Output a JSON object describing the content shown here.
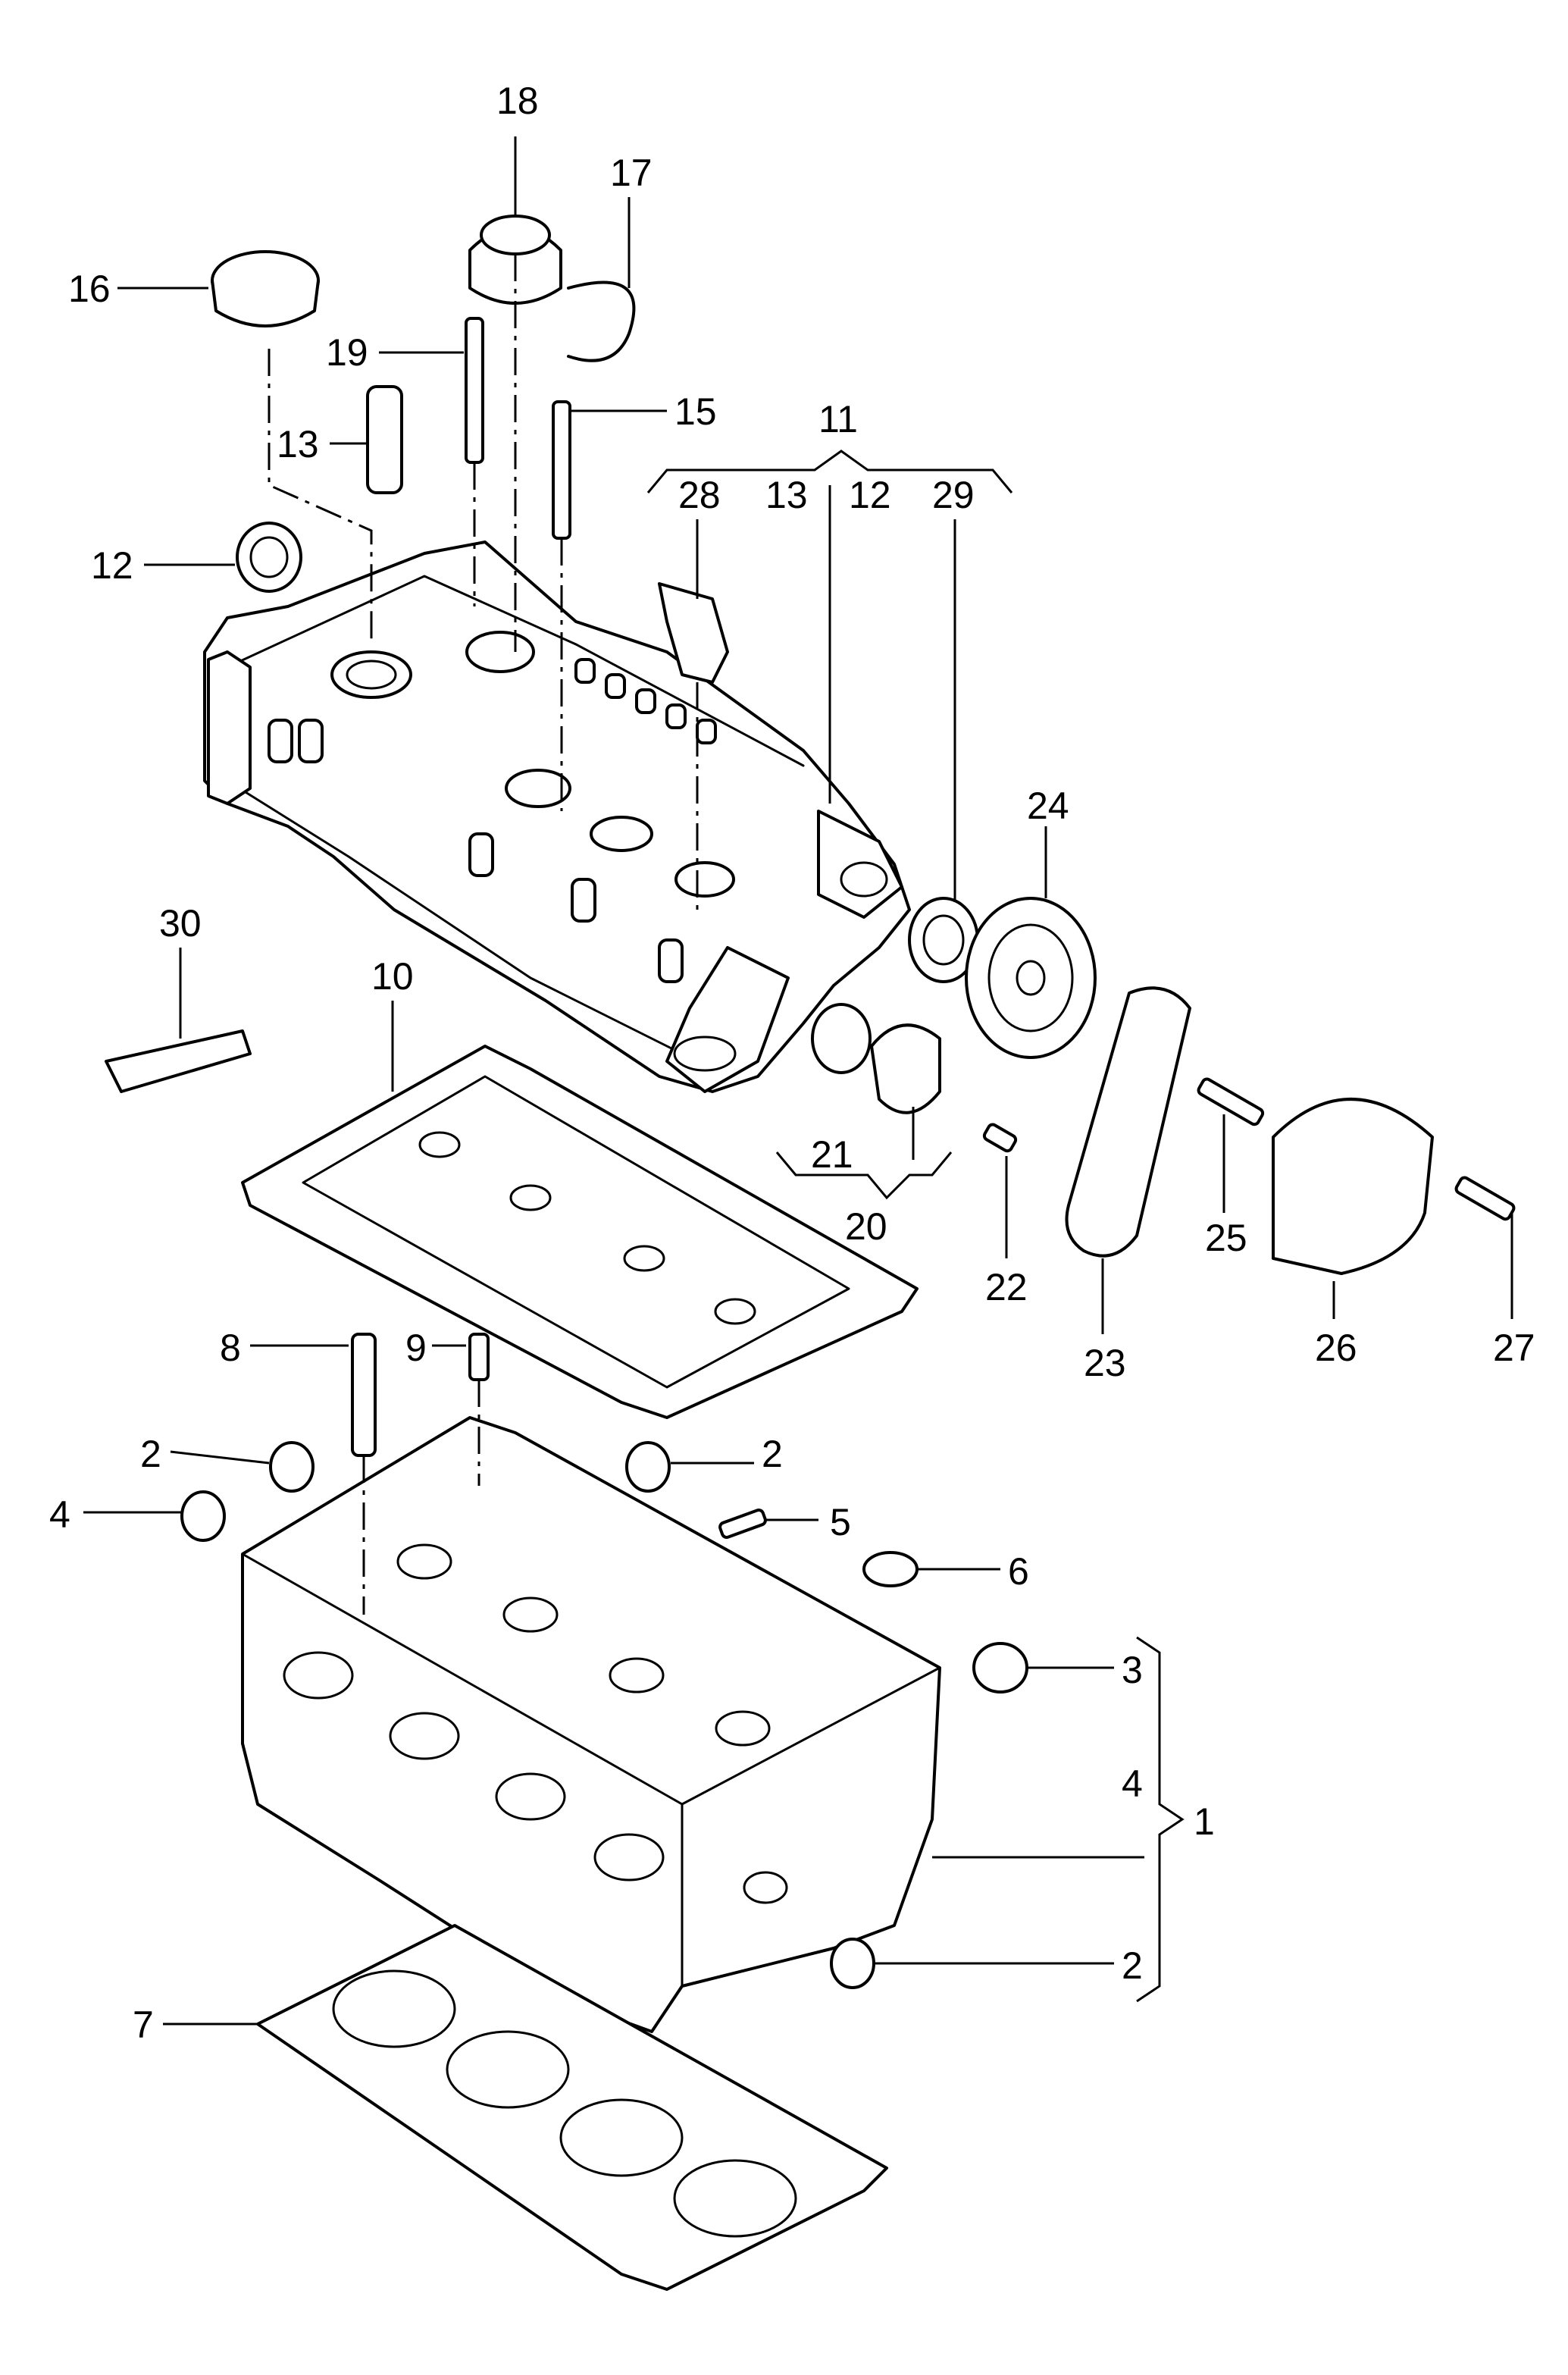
{
  "diagram": {
    "callouts": {
      "c1": "1",
      "c2a": "2",
      "c2b": "2",
      "c2c": "2",
      "c3": "3",
      "c4a": "4",
      "c4b": "4",
      "c5": "5",
      "c6": "6",
      "c7": "7",
      "c8": "8",
      "c9": "9",
      "c10": "10",
      "c11": "11",
      "c12a": "12",
      "c12b": "12",
      "c13a": "13",
      "c13b": "13",
      "c15": "15",
      "c16": "16",
      "c17": "17",
      "c18": "18",
      "c19": "19",
      "c20": "20",
      "c21": "21",
      "c22": "22",
      "c23": "23",
      "c24": "24",
      "c25": "25",
      "c26": "26",
      "c27": "27",
      "c28": "28",
      "c29": "29",
      "c30": "30"
    }
  }
}
